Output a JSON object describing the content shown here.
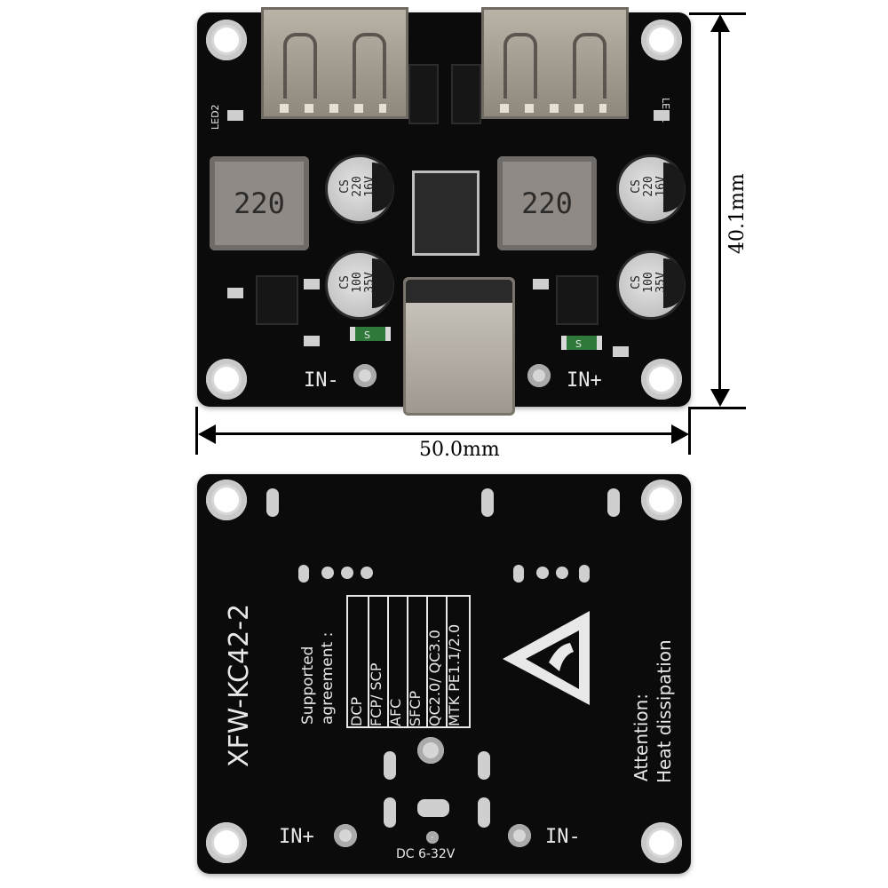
{
  "top_board": {
    "led_left": "LED2",
    "led_right": "LED1",
    "inductor_left": "220",
    "inductor_right": "220",
    "cap_small_left": "CS\n220\n16V",
    "cap_small_right": "CS\n220\n16V",
    "cap_large_left": "CS\n100\n35V",
    "cap_large_right": "CS\n100\n35V",
    "smd_marker": "S",
    "in_minus": "IN-",
    "in_plus": "IN+"
  },
  "dimensions": {
    "height": "40.1mm",
    "width": "50.0mm"
  },
  "bottom_board": {
    "model": "XFW-KC42-2",
    "supported_title": "Supported\nagreement :",
    "protocols": [
      "DCP",
      "FCP/ SCP",
      "AFC",
      "SFCP",
      "QC2.0/ QC3.0",
      "MTK PE1.1/2.0"
    ],
    "attention": "Attention:",
    "heat": "Heat dissipation",
    "in_plus": "IN+",
    "in_minus": "IN-",
    "dc_range": "DC 6-32V"
  }
}
